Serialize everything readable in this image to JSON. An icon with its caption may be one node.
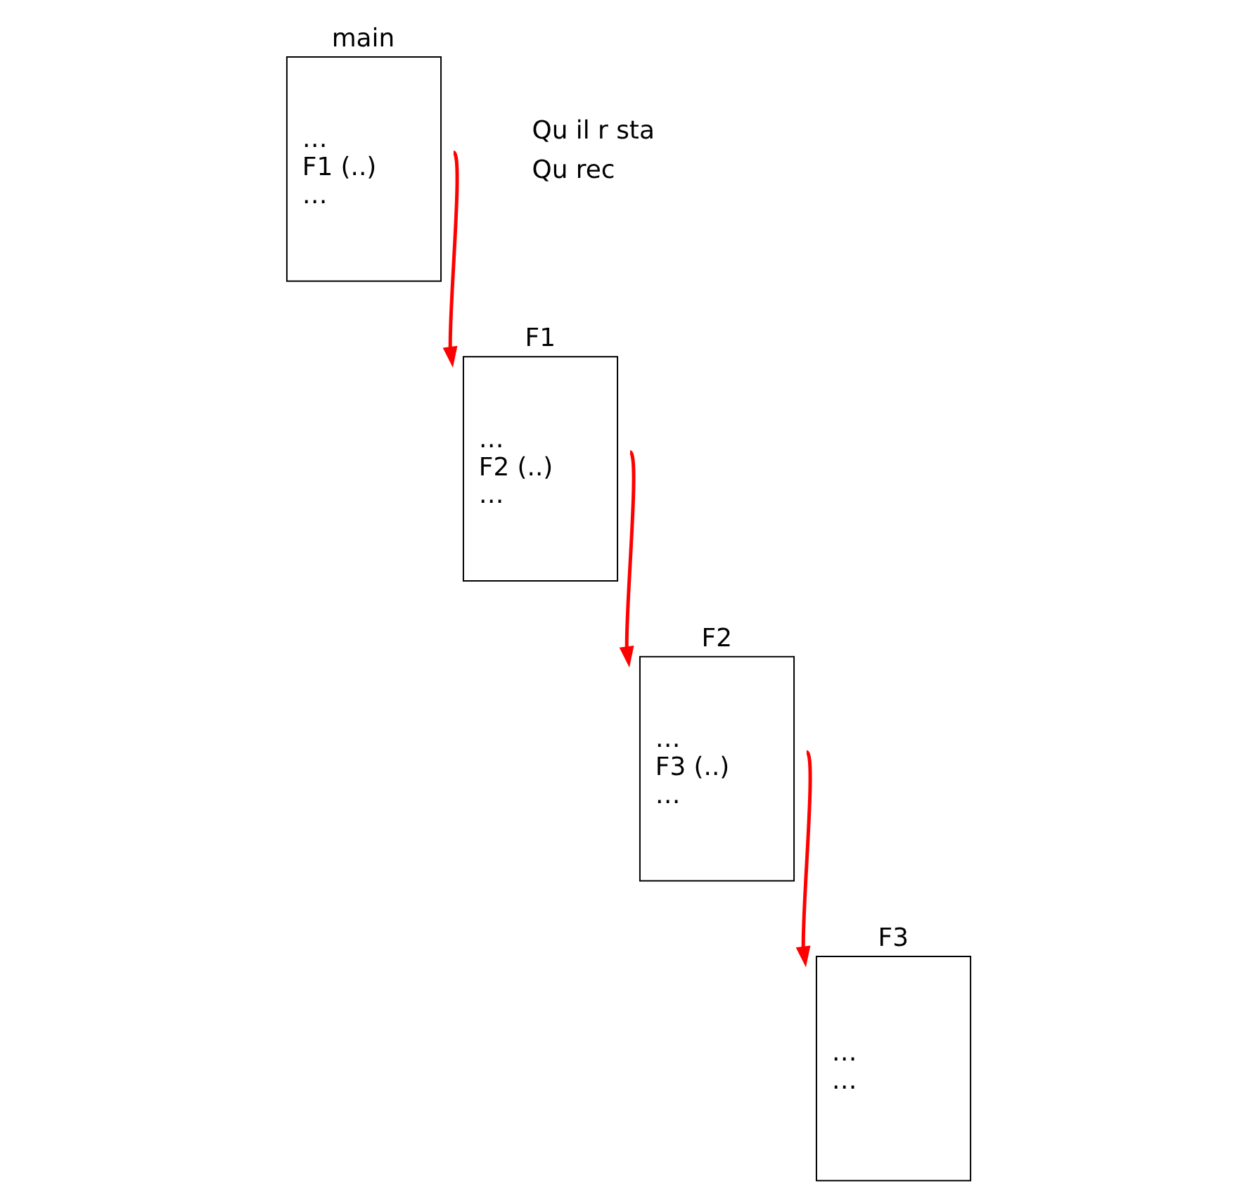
{
  "diagram": {
    "nodes": [
      {
        "text": [
          "main",
          "…",
          "F1 (..)",
          "…"
        ]
      },
      {
        "text": [
          "F1",
          "…",
          "F2 (..)",
          "…"
        ]
      },
      {
        "text": [
          "F2",
          "…",
          "F3 (..)",
          "…"
        ]
      },
      {
        "text": [
          "F3",
          "…",
          "…"
        ]
      }
    ],
    "edges": [
      {
        "from": 0,
        "to": 1,
        "arrow": "to"
      },
      {
        "from": 1,
        "to": 2,
        "arrow": "to"
      },
      {
        "from": 2,
        "to": 3,
        "arrow": "to"
      }
    ],
    "labels": [
      "Qu il r sta",
      "Qu rec"
    ]
  }
}
